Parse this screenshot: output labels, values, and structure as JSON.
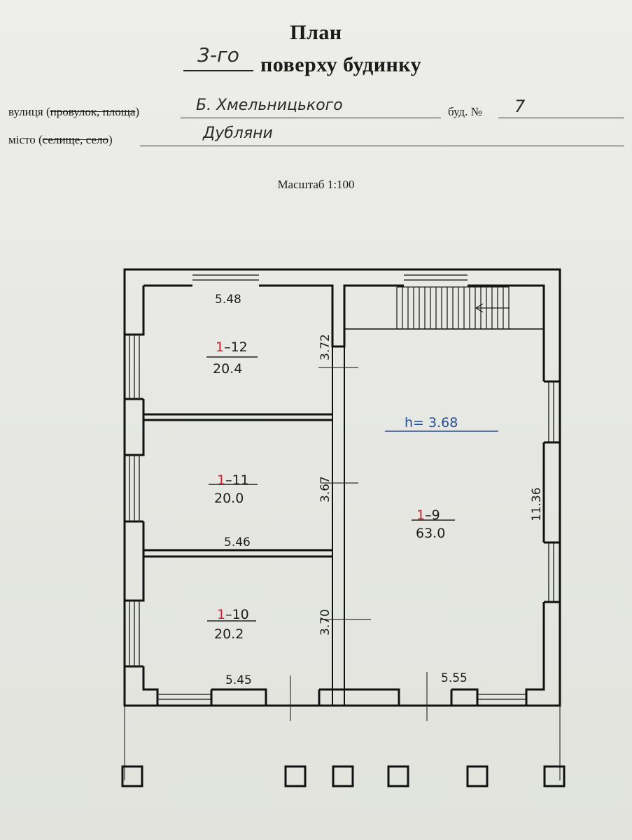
{
  "header": {
    "title": "План",
    "floor_handwritten": "3-го",
    "title_rest": "поверху будинку"
  },
  "address": {
    "street_label_pre": "вулиця (",
    "street_label_struck": "провулок, площа",
    "street_label_post": ")",
    "street_value": "Б. Хмельницького",
    "building_label": "буд. №",
    "building_value": "7",
    "city_label_pre": "місто (",
    "city_label_struck": "селище, село",
    "city_label_post": ")",
    "city_value": "Дубляни"
  },
  "scale_text": "Масштаб 1:100",
  "plan": {
    "rooms": [
      {
        "id_prefix": "1",
        "id_suffix": "–12",
        "area": "20.4"
      },
      {
        "id_prefix": "1",
        "id_suffix": "–11",
        "area": "20.0"
      },
      {
        "id_prefix": "1",
        "id_suffix": "–10",
        "area": "20.2"
      },
      {
        "id_prefix": "1",
        "id_suffix": "–9",
        "area": "63.0"
      }
    ],
    "height_label": "h= 3.68",
    "dimensions": {
      "top_left_width": "5.48",
      "room12_depth": "3.72",
      "room11_depth": "3.67",
      "room10_depth": "3.70",
      "mid_width": "5.46",
      "bottom_left_width": "5.45",
      "bottom_right_width": "5.55",
      "right_length": "11.36"
    }
  },
  "colors": {
    "paper": "#e9eae5",
    "ink": "#1a1a1a",
    "red_ink": "#cc1f2b",
    "blue_ink": "#2a4f9a"
  }
}
